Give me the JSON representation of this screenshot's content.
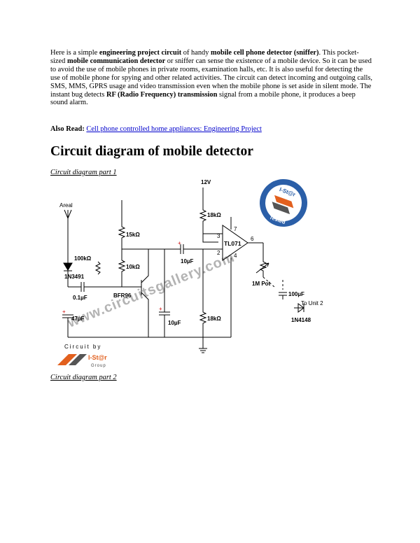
{
  "article": {
    "intro_1": "Here is a simple ",
    "b_project": "engineering project circuit",
    "intro_2": " of handy ",
    "b_detector": "mobile cell phone detector (sniffer)",
    "intro_3": ". This pocket-sized ",
    "b_comm": "mobile communication detector",
    "intro_4": " or sniffer can sense the existence of a mobile device. So it can be used to avoid the use of mobile phones in private rooms, examination halls, etc. It is also useful for detecting the use of mobile phone for spying and other related activities. The circuit can detect incoming and outgoing calls, SMS, MMS, GPRS usage and video transmission even when the mobile phone is set aside in silent mode. The instant bug detects ",
    "b_rf": "RF (Radio Frequency) transmission",
    "intro_5": " signal from a mobile phone, it produces a beep sound alarm.",
    "also_read_label": "Also Read:",
    "also_read_link": "Cell phone controlled home appliances: Engineering Project",
    "heading": "Circuit diagram of mobile detector",
    "caption_1": "Circuit diagram part 1",
    "caption_2": "Circuit diagram part 2"
  },
  "circuit": {
    "labels": {
      "areal": "Areal",
      "v12": "12V",
      "r18k_top": "18kΩ",
      "r15k": "15kΩ",
      "r100k": "100kΩ",
      "r10k": "10kΩ",
      "d1n3491": "1N3491",
      "c01": "0.1µF",
      "bfr96": "BFR96",
      "c47": "47µF",
      "c10_a": "10µF",
      "c10_b": "10µF",
      "r18k_bot": "18kΩ",
      "tl071": "TL071",
      "pin7": "7",
      "pin3": "3",
      "pin2": "2",
      "pin6": "6",
      "pin4": "4",
      "pot": "1M Pot",
      "c100": "100µF",
      "to_unit": "To Unit 2",
      "d1n4148": "1N4148",
      "plus1": "+",
      "plus2": "+",
      "plus3": "+"
    },
    "watermark": "www.circuitsgallery.com",
    "badge": {
      "line1": "I-St@r",
      "line2": "Tested"
    },
    "logo": {
      "byline": "Circuit by",
      "brand": "I-St@r",
      "sub": "Group"
    },
    "colors": {
      "wire": "#000000",
      "watermark": "#9a9a9a",
      "badge_blue": "#2b5fa8",
      "badge_orange": "#e2601e"
    }
  }
}
